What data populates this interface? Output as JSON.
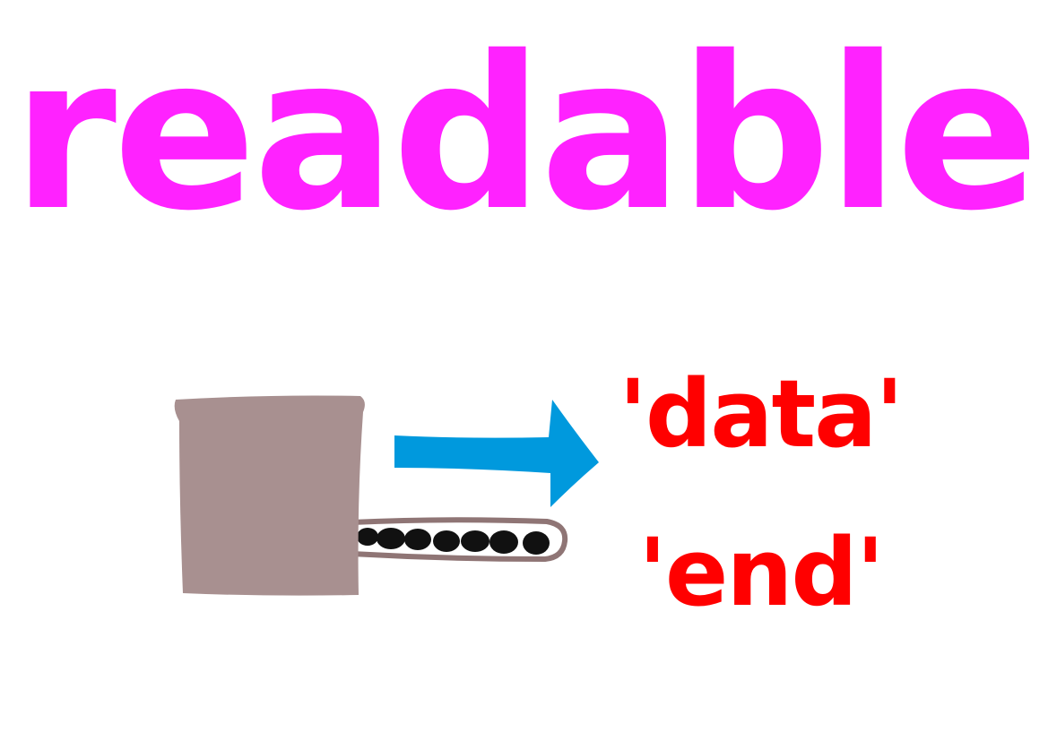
{
  "title": "readable",
  "labels": {
    "data": "'data'",
    "end": "'end'"
  },
  "icons": {
    "stream": "stream-box-icon",
    "arrow": "right-arrow-icon"
  },
  "colors": {
    "title": "#ff22ff",
    "labels": "#ff0000",
    "box": "#a89090",
    "arrow": "#0099dd",
    "tube_outline": "#8f7575",
    "beads": "#111111",
    "background": "#ffffff"
  }
}
